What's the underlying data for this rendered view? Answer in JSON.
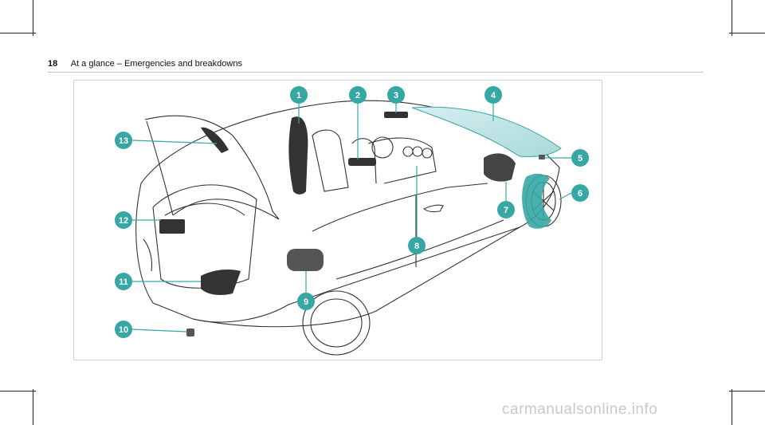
{
  "header": {
    "page_number": "18",
    "title": "At a glance – Emergencies and breakdowns"
  },
  "figure": {
    "accent_color": "#36a7a5",
    "callouts": [
      "1",
      "2",
      "3",
      "4",
      "5",
      "6",
      "7",
      "8",
      "9",
      "10",
      "11",
      "12",
      "13"
    ]
  },
  "watermark": {
    "text": "carmanualsonline.info"
  }
}
